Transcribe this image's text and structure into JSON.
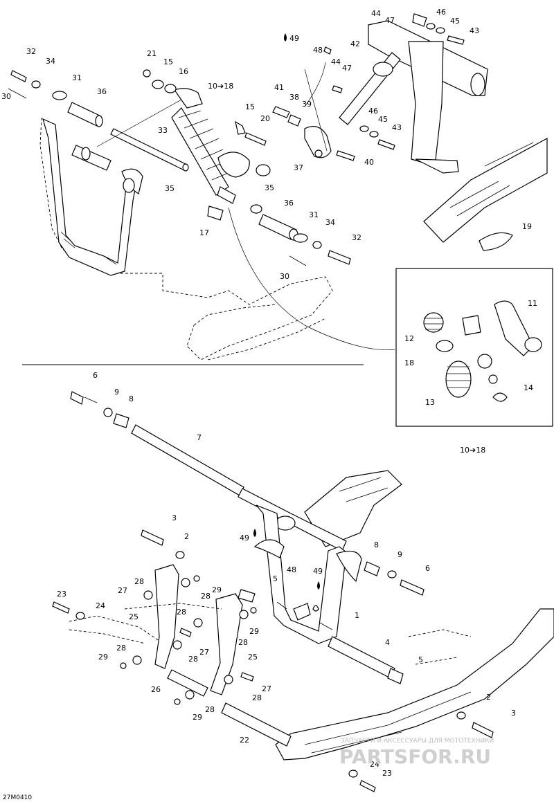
{
  "drawing_code": "27M0410",
  "watermark": {
    "caption": "ЗАПЧАСТИ И АКСЕССУАРЫ ДЛЯ МОТОТЕХНИКИ",
    "brand": "PARTSFOR.RU"
  },
  "kit_note": "10➔18",
  "callouts": {
    "c1": "1",
    "c2": "2",
    "c3": "3",
    "c4": "4",
    "c5": "5",
    "c6": "6",
    "c7": "7",
    "c8": "8",
    "c9": "9",
    "c10to18": "10➔18",
    "c11": "11",
    "c12": "12",
    "c13": "13",
    "c14": "14",
    "c15": "15",
    "c16": "16",
    "c17": "17",
    "c18": "18",
    "c19": "19",
    "c20": "20",
    "c21": "21",
    "c22": "22",
    "c23": "23",
    "c24": "24",
    "c25": "25",
    "c26": "26",
    "c27": "27",
    "c28": "28",
    "c29": "29",
    "c30": "30",
    "c31": "31",
    "c32": "32",
    "c33": "33",
    "c34": "34",
    "c35": "35",
    "c36": "36",
    "c37": "37",
    "c38": "38",
    "c39": "39",
    "c40": "40",
    "c41": "41",
    "c42": "42",
    "c43": "43",
    "c44": "44",
    "c45": "45",
    "c46": "46",
    "c47": "47",
    "c48": "48",
    "c49": "49"
  }
}
